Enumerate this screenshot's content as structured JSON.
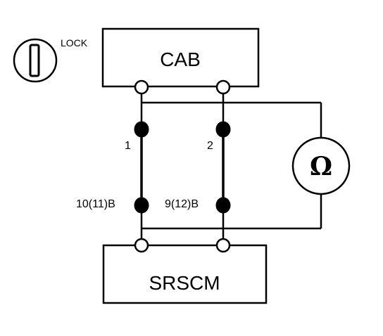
{
  "diagram": {
    "ignition_switch": {
      "label": "LOCK",
      "icon": "ignition-key-icon"
    },
    "cab": {
      "label": "CAB"
    },
    "srscm": {
      "label": "SRSCM"
    },
    "meter": {
      "symbol": "Ω",
      "icon": "ohmmeter-icon"
    },
    "cab_pins": {
      "left": "1",
      "right": "2"
    },
    "srscm_pins": {
      "left": "10(11)B",
      "right": "9(12)B"
    },
    "colors": {
      "line": "#000000",
      "background": "#ffffff"
    }
  }
}
